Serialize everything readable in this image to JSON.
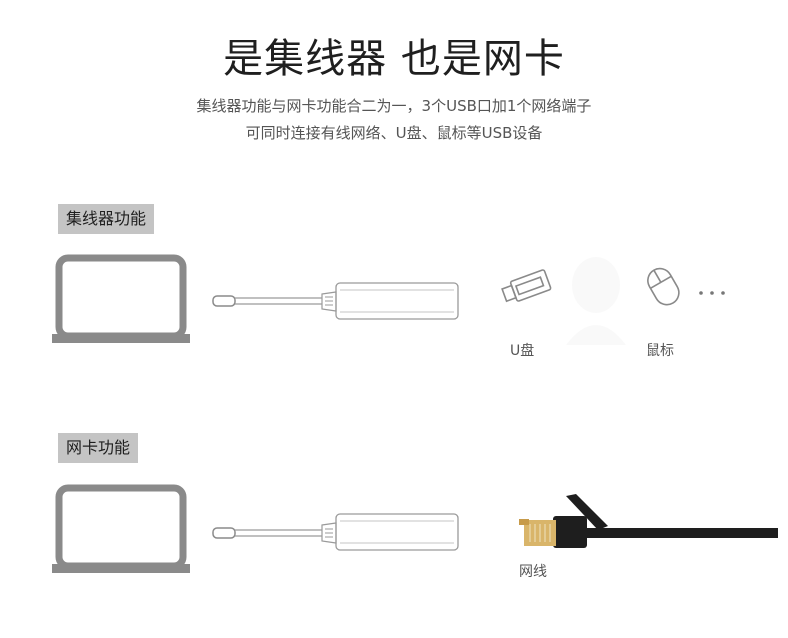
{
  "title": "是集线器 也是网卡",
  "subtitle": {
    "line1": "集线器功能与网卡功能合二为一，3个USB口加1个网络端子",
    "line2": "可同时连接有线网络、U盘、鼠标等USB设备"
  },
  "section_hub": {
    "label": "集线器功能",
    "devices": [
      {
        "icon": "usb-drive-icon",
        "caption": "U盘"
      },
      {
        "icon": "mouse-icon",
        "caption": "鼠标"
      }
    ],
    "ellipsis": "···"
  },
  "section_nic": {
    "label": "网卡功能",
    "devices": [
      {
        "icon": "ethernet-cable-icon",
        "caption": "网线"
      }
    ]
  },
  "colors": {
    "laptop": "#8a8a8a",
    "label_bg": "#c4c4c4",
    "line": "#9a9a9a"
  }
}
